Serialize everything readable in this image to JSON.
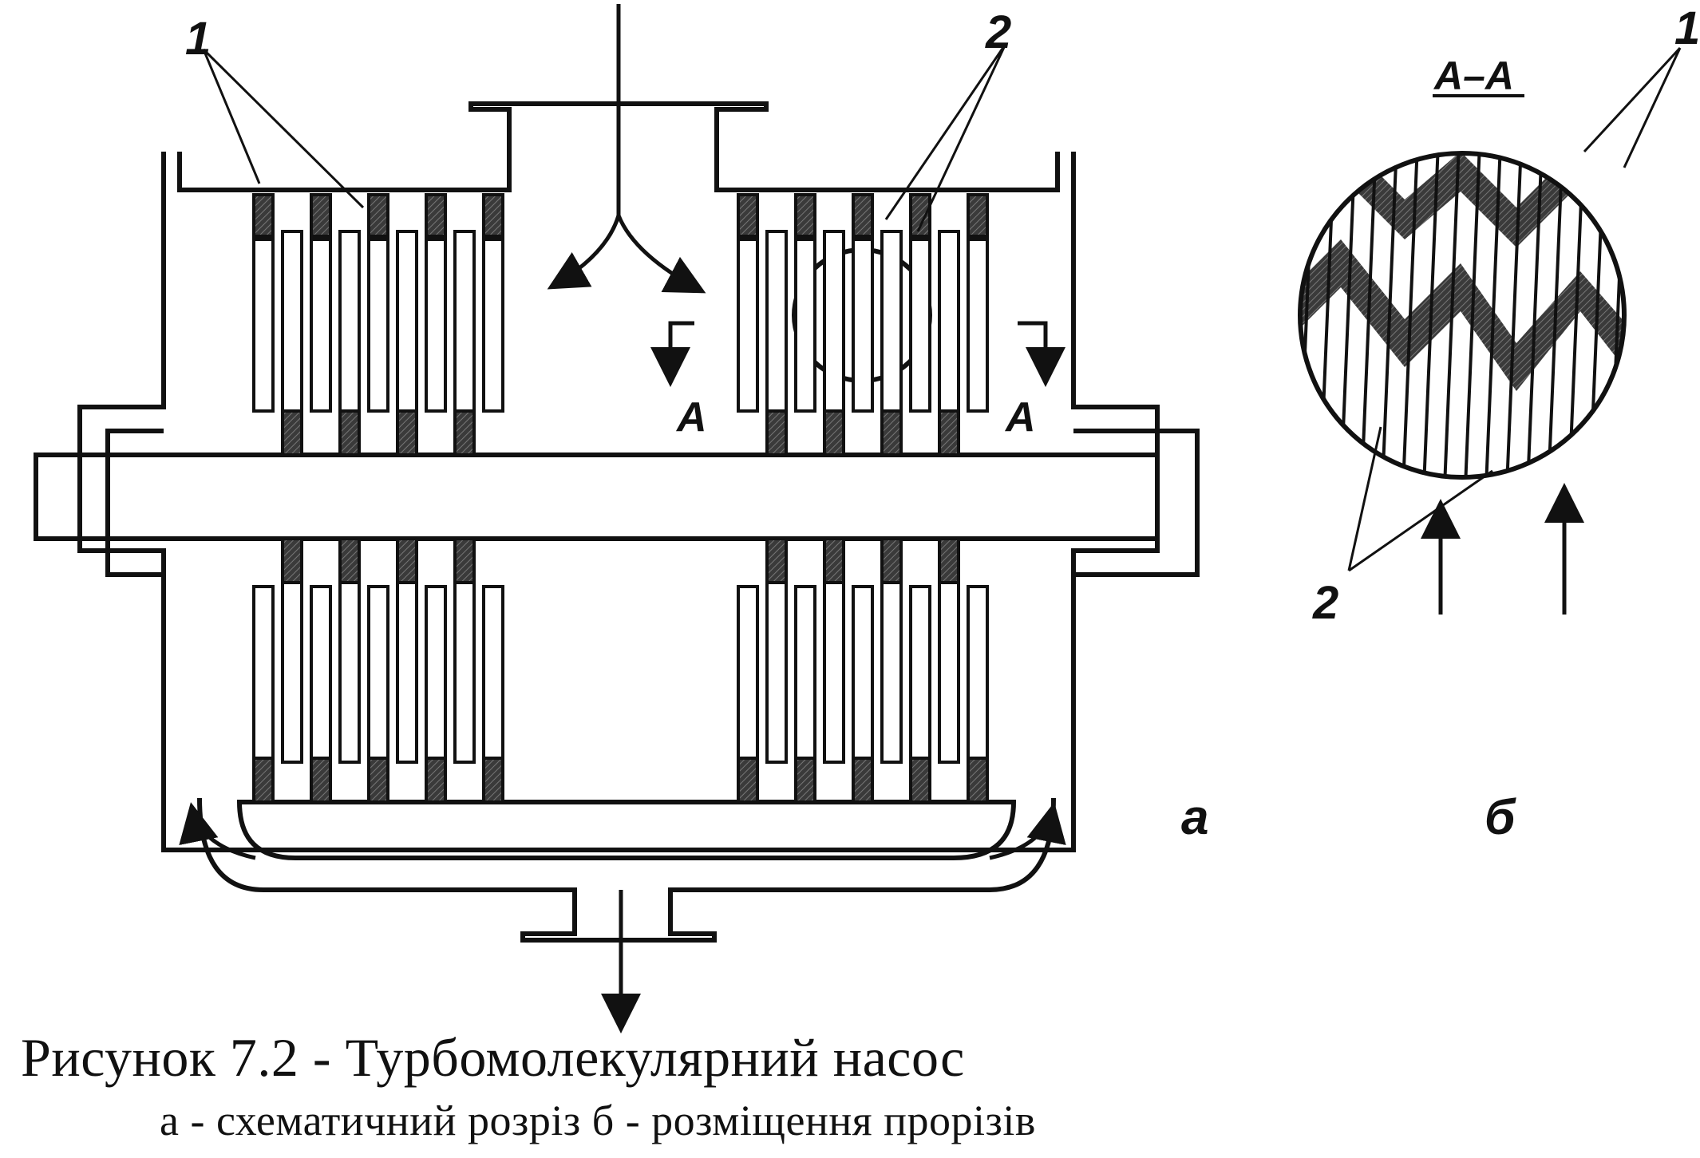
{
  "figure": {
    "caption_title": "Рисунок 7.2 - Турбомолекулярний насос",
    "caption_sub": "а - схематичний розріз   б - розміщення прорізів",
    "labels": {
      "rotor_callout_left": "1",
      "stator_callout_top": "2",
      "section_mark_left": "A",
      "section_mark_right": "A",
      "section_title": "A–A",
      "rotor_callout_section": "1",
      "stator_callout_section": "2",
      "panel_a": "a",
      "panel_b": "б"
    }
  }
}
